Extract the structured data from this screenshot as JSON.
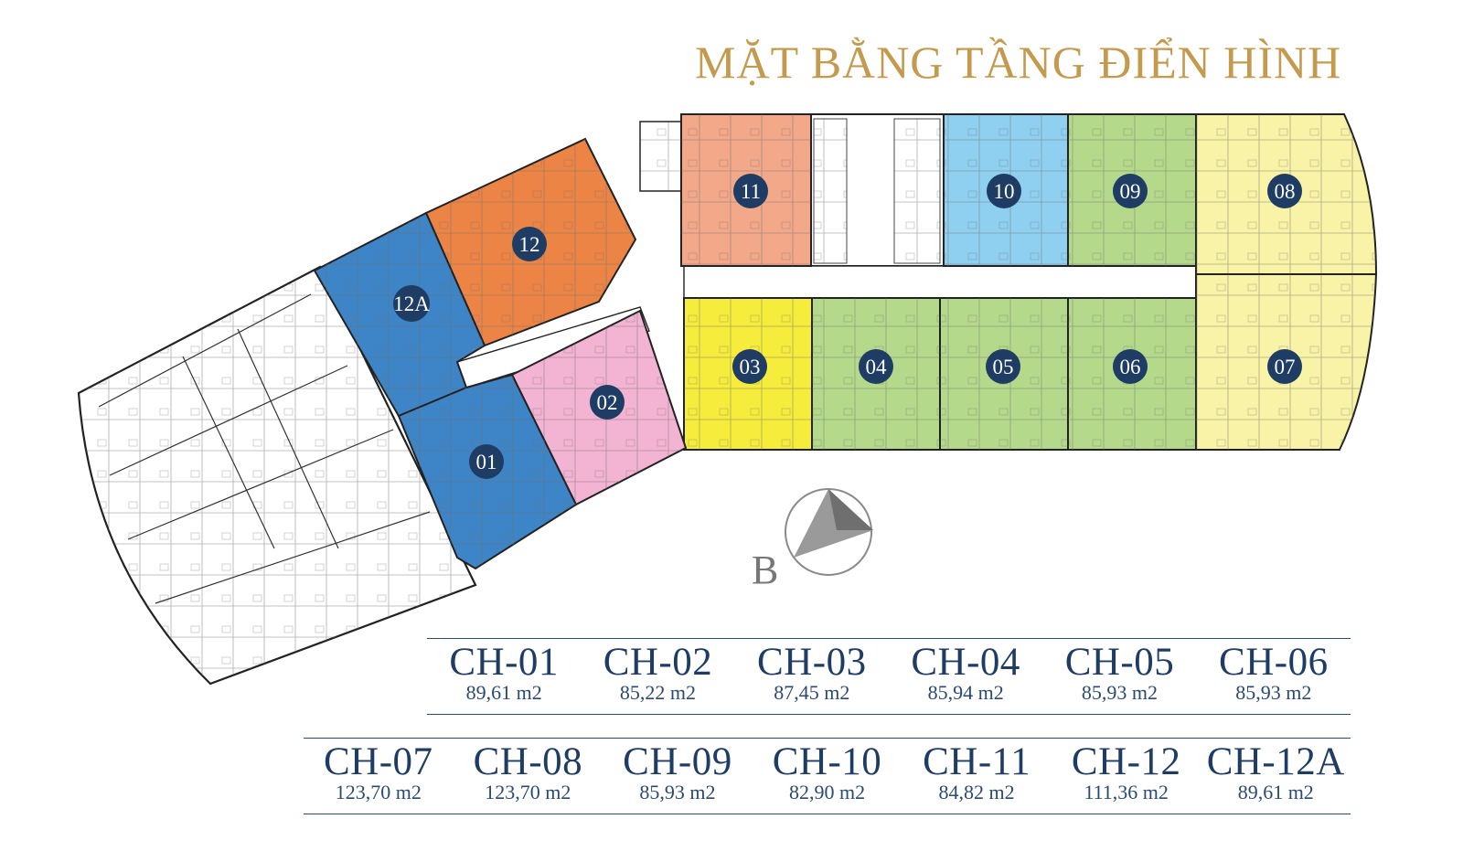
{
  "title": "MẶT BẰNG TẦNG ĐIỂN HÌNH",
  "compass": {
    "label": "B"
  },
  "colors": {
    "title_gold": "#c49a4e",
    "navy": "#1f3d64",
    "salmon": "#f2a889",
    "sky": "#8fd0f0",
    "green": "#b5d98b",
    "pale_yellow": "#f8f3a6",
    "yellow": "#f6ec3c",
    "blue": "#3e85c7",
    "orange": "#ec8446",
    "pink": "#f3b3d2"
  },
  "units": [
    {
      "label": "11"
    },
    {
      "label": "10"
    },
    {
      "label": "09"
    },
    {
      "label": "08"
    },
    {
      "label": "03"
    },
    {
      "label": "04"
    },
    {
      "label": "05"
    },
    {
      "label": "06"
    },
    {
      "label": "07"
    },
    {
      "label": "12"
    },
    {
      "label": "12A"
    },
    {
      "label": "02"
    },
    {
      "label": "01"
    }
  ],
  "legend": {
    "row1": [
      {
        "code": "CH-01",
        "area": "89,61 m2"
      },
      {
        "code": "CH-02",
        "area": "85,22 m2"
      },
      {
        "code": "CH-03",
        "area": "87,45 m2"
      },
      {
        "code": "CH-04",
        "area": "85,94 m2"
      },
      {
        "code": "CH-05",
        "area": "85,93 m2"
      },
      {
        "code": "CH-06",
        "area": "85,93 m2"
      }
    ],
    "row2": [
      {
        "code": "CH-07",
        "area": "123,70 m2"
      },
      {
        "code": "CH-08",
        "area": "123,70 m2"
      },
      {
        "code": "CH-09",
        "area": "85,93 m2"
      },
      {
        "code": "CH-10",
        "area": "82,90 m2"
      },
      {
        "code": "CH-11",
        "area": "84,82 m2"
      },
      {
        "code": "CH-12",
        "area": "111,36 m2"
      },
      {
        "code": "CH-12A",
        "area": "89,61 m2"
      }
    ]
  }
}
